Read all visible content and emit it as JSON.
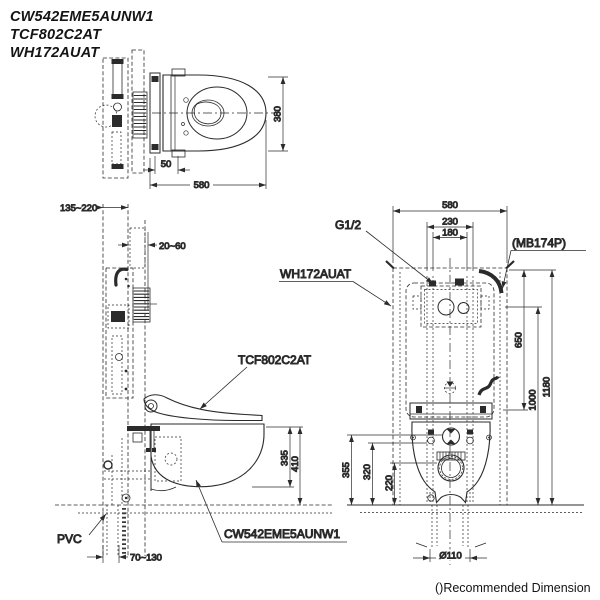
{
  "product_codes": [
    "CW542EME5AUNW1",
    "TCF802C2AT",
    "WH172AUAT"
  ],
  "top_view": {
    "dim_depth": "380",
    "dim_plate": "50",
    "dim_width": "580"
  },
  "side_view": {
    "dim_wall_offset": "135~220",
    "dim_panel_offset": "20~60",
    "dim_seat_to_bottom": "335",
    "dim_seat_height": "410",
    "dim_outlet_offset": "70~130",
    "label_pipe": "PVC",
    "label_washlet": "TCF802C2AT",
    "label_bowl": "CW542EME5AUNW1"
  },
  "front_view": {
    "label_supply": "G1/2",
    "label_tank": "WH172AUAT",
    "label_valve": "(MB174P)",
    "dim_frame_width": "580",
    "dim_plate_width": "230",
    "dim_bolt_width": "180",
    "dim_tank_depth": "650",
    "dim_height_mid": "1000",
    "dim_height_total": "1180",
    "dim_supply_height": "355",
    "dim_bolt_height": "320",
    "dim_outlet_height": "220",
    "dim_drain_dia": "Ø110"
  },
  "footer": {
    "note": "()Recommended Dimension"
  }
}
